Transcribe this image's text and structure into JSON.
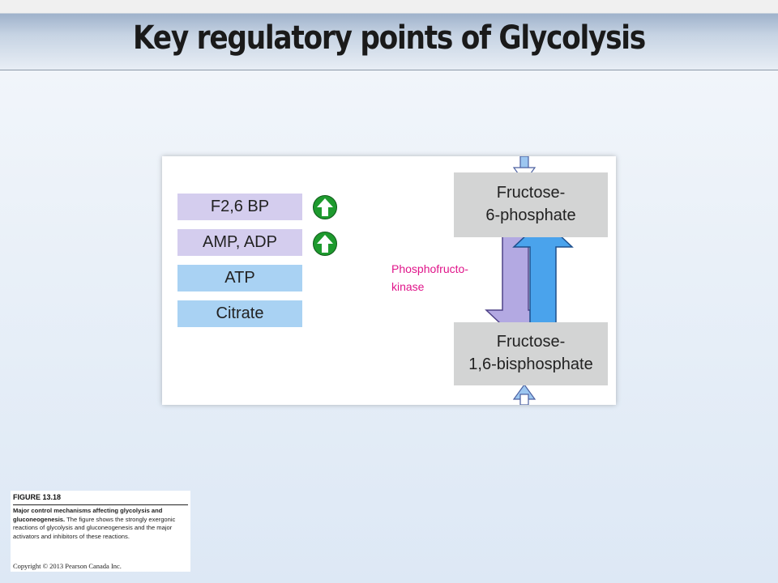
{
  "slide": {
    "title": "Key regulatory points of Glycolysis"
  },
  "figure": {
    "regulators": [
      {
        "label": "F2,6 BP",
        "effect": "activator",
        "icon": "up-arrow-icon"
      },
      {
        "label": "AMP, ADP",
        "effect": "activator",
        "icon": "up-arrow-icon"
      },
      {
        "label": "ATP",
        "effect": "inhibitor"
      },
      {
        "label": "Citrate",
        "effect": "inhibitor"
      }
    ],
    "enzyme_line1": "Phosphofructo-",
    "enzyme_line2": "kinase",
    "substrate_line1": "Fructose-",
    "substrate_line2": "6-phosphate",
    "product_line1": "Fructose-",
    "product_line2": "1,6-bisphosphate",
    "colors": {
      "activator_box": "#d4cdee",
      "inhibitor_box": "#a9d2f3",
      "activator_icon": "#1e9a2e",
      "enzyme_text": "#e0158a",
      "forward_arrow": "#b3a9e2",
      "reverse_arrow": "#4aa3ec",
      "metabolite_box": "#d3d4d4"
    }
  },
  "caption": {
    "label": "FIGURE 13.18",
    "bold_text": "Major control mechanisms affecting glycolysis and gluconeogenesis.",
    "text": "The figure shows the strongly exergonic reactions of glycolysis and gluconeogenesis and the major activators and inhibitors of these reactions.",
    "copyright": "Copyright © 2013 Pearson Canada Inc."
  }
}
